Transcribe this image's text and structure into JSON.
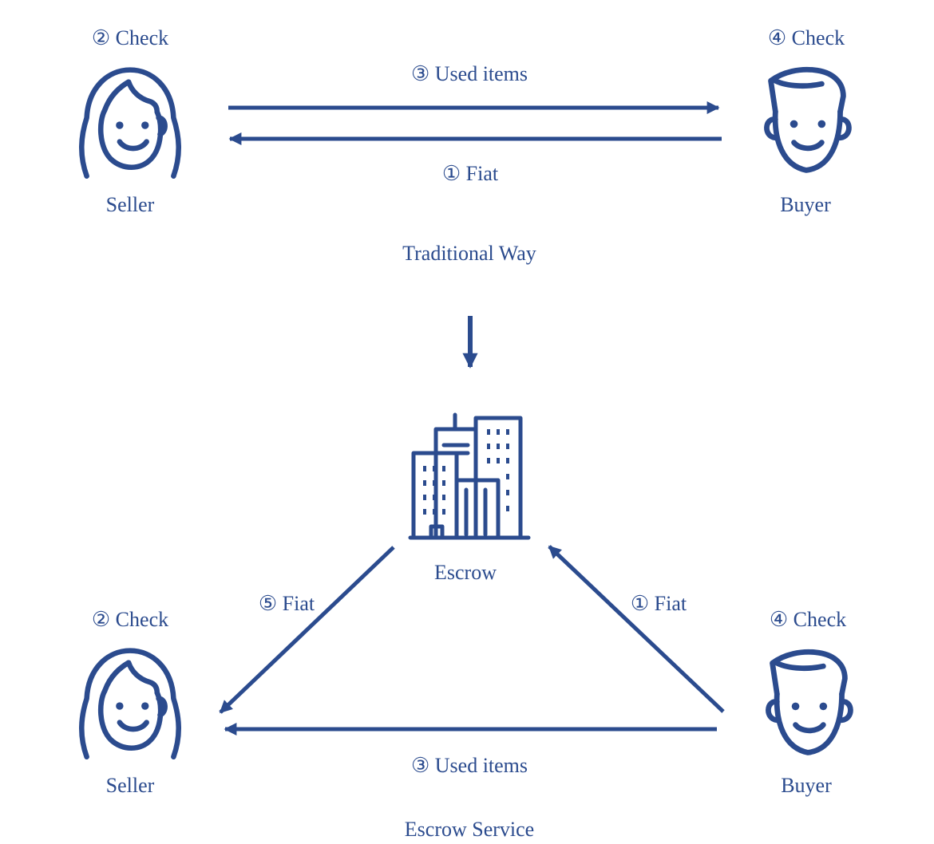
{
  "colors": {
    "primary": "#2b4b8e",
    "background": "#ffffff"
  },
  "icons": {
    "seller": "woman-avatar-icon",
    "buyer": "man-avatar-icon",
    "escrow": "office-buildings-icon",
    "flow": "arrow-icon"
  },
  "traditional": {
    "caption": "Traditional Way",
    "seller": {
      "label": "Seller",
      "step": "② Check"
    },
    "buyer": {
      "label": "Buyer",
      "step": "④ Check"
    },
    "arrow_items_label": "③ Used items",
    "arrow_fiat_label": "① Fiat"
  },
  "escrow_service": {
    "caption": "Escrow Service",
    "escrow_label": "Escrow",
    "seller": {
      "label": "Seller",
      "step": "② Check"
    },
    "buyer": {
      "label": "Buyer",
      "step": "④ Check"
    },
    "arrow_fiat_to_seller_label": "⑤  Fiat",
    "arrow_fiat_to_escrow_label": "① Fiat",
    "arrow_items_label": "③ Used items"
  }
}
